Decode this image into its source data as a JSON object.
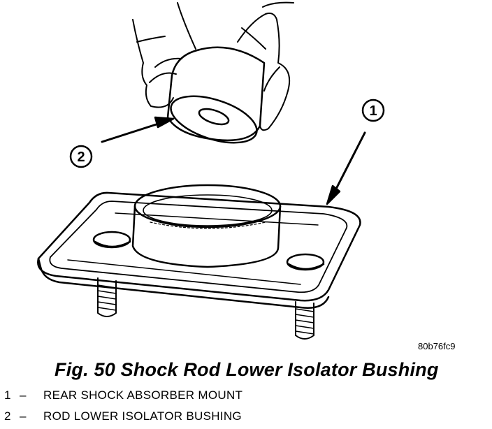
{
  "callouts": [
    {
      "number": "1"
    },
    {
      "number": "2"
    }
  ],
  "figure_code": "80b76fc9",
  "caption": "Fig. 50 Shock Rod Lower Isolator Bushing",
  "legend": [
    {
      "number": "1",
      "dash": "–",
      "text": "REAR SHOCK ABSORBER MOUNT"
    },
    {
      "number": "2",
      "dash": "–",
      "text": "ROD LOWER ISOLATOR BUSHING"
    }
  ]
}
